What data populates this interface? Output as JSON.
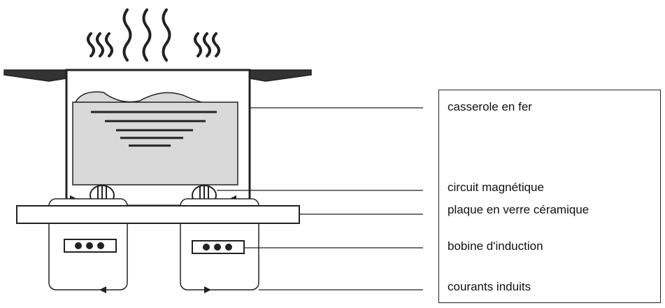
{
  "labels": {
    "casserole": "casserole en fer",
    "circuit": "circuit magnétique",
    "plaque": "plaque en verre céramique",
    "bobine": "bobine d'induction",
    "courants": "courants induits"
  },
  "colors": {
    "stroke": "#222222",
    "pot_fill": "#ffffff",
    "food_fill": "#d9d9d9",
    "dark": "#333333"
  }
}
